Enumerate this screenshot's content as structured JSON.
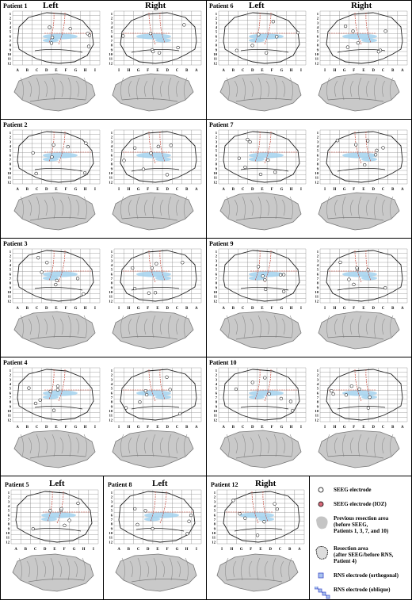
{
  "patients": [
    {
      "id": "p1",
      "label": "Patient 1",
      "side_labels": [
        "Left",
        "Right"
      ]
    },
    {
      "id": "p6",
      "label": "Patient 6",
      "side_labels": [
        "Left",
        "Right"
      ]
    },
    {
      "id": "p2",
      "label": "Patient 2",
      "side_labels": []
    },
    {
      "id": "p7",
      "label": "Patient 7",
      "side_labels": []
    },
    {
      "id": "p3",
      "label": "Patient 3",
      "side_labels": []
    },
    {
      "id": "p9",
      "label": "Patient 9",
      "side_labels": []
    },
    {
      "id": "p4",
      "label": "Patient 4",
      "side_labels": []
    },
    {
      "id": "p10",
      "label": "Patient 10",
      "side_labels": []
    },
    {
      "id": "p5",
      "label": "Patient 5",
      "side_labels": [
        "Left"
      ]
    },
    {
      "id": "p8",
      "label": "Patient 8",
      "side_labels": [
        "Left"
      ]
    },
    {
      "id": "p12",
      "label": "Patient 12",
      "side_labels": [
        "Right"
      ]
    }
  ],
  "grid": {
    "rows": [
      "1",
      "2",
      "3",
      "4",
      "5",
      "6",
      "7",
      "8",
      "9",
      "10",
      "11",
      "12"
    ],
    "cols_left": [
      "A",
      "B",
      "C",
      "D",
      "E",
      "F",
      "G",
      "H",
      "I"
    ],
    "cols_right": [
      "I",
      "H",
      "G",
      "F",
      "E",
      "D",
      "C",
      "B",
      "A"
    ]
  },
  "legend": [
    {
      "key": "seeg",
      "text": "SEEG electrode"
    },
    {
      "key": "seeg_ioz",
      "text": "SEEG electrode (IOZ)"
    },
    {
      "key": "prev",
      "text": "Previous resection area\n(before SEEG,\nPatients 1, 3, 7, and 10)"
    },
    {
      "key": "resect",
      "text": "Resection area\n(after SEEG/before RNS,\nPatient 4)"
    },
    {
      "key": "rns_orth",
      "text": "RNS electrode (orthogonal)"
    },
    {
      "key": "rns_obl",
      "text": "RNS electrode (oblique)"
    }
  ],
  "colors": {
    "ioz": "#d86a7a",
    "rns": "#3a49c8",
    "rns_fill": "#a9c3ee",
    "resection": "#c4c4c4",
    "ventricle": "#9dd0ee",
    "sulcus": "#c0392b",
    "brain": "#c9c9c9"
  }
}
